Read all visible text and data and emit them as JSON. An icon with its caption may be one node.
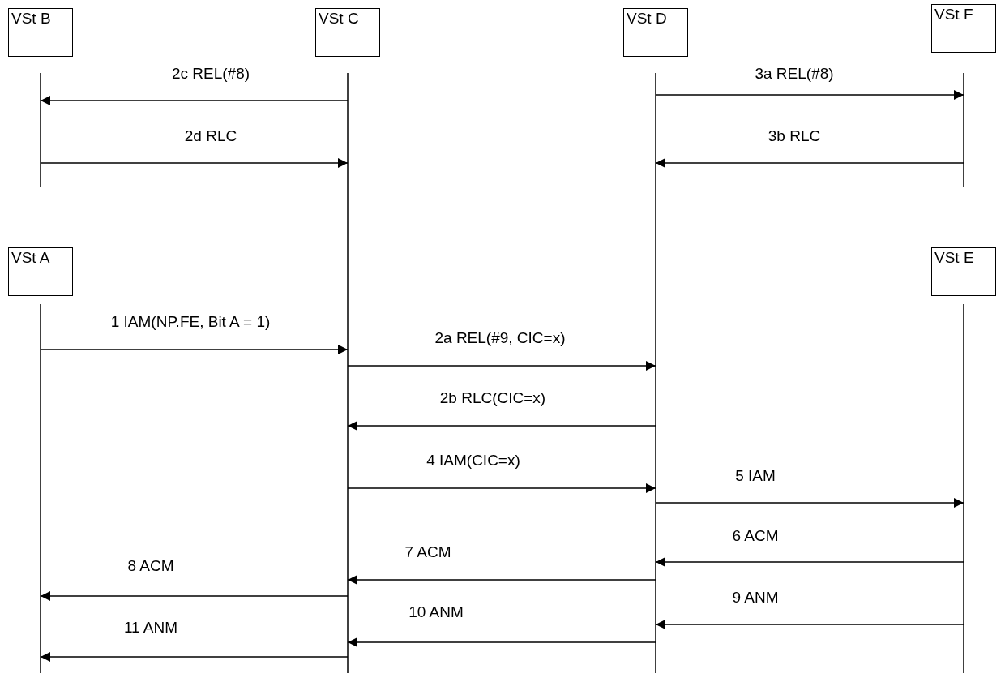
{
  "diagram": {
    "nodes": [
      {
        "text": [
          "VSt B"
        ]
      },
      {
        "text": [
          "VSt C"
        ]
      },
      {
        "text": [
          "VSt D"
        ]
      },
      {
        "text": [
          "VSt F"
        ]
      },
      {
        "text": [
          "VSt A"
        ]
      },
      {
        "text": [
          "VSt E"
        ]
      }
    ],
    "edges": [
      {
        "from": 1,
        "to": 0,
        "arrow": "to",
        "label": "2c REL(#8)"
      },
      {
        "from": 0,
        "to": 1,
        "arrow": "to",
        "label": "2d RLC"
      },
      {
        "from": 2,
        "to": 3,
        "arrow": "to",
        "label": "3a REL(#8)"
      },
      {
        "from": 3,
        "to": 2,
        "arrow": "to",
        "label": "3b RLC"
      },
      {
        "from": 4,
        "to": 1,
        "arrow": "to",
        "label": "1 IAM(NP.FE, Bit A = 1)"
      },
      {
        "from": 1,
        "to": 2,
        "arrow": "to",
        "label": "2a REL(#9, CIC=x)"
      },
      {
        "from": 2,
        "to": 1,
        "arrow": "to",
        "label": "2b RLC(CIC=x)"
      },
      {
        "from": 1,
        "to": 2,
        "arrow": "to",
        "label": "4 IAM(CIC=x)"
      },
      {
        "from": 2,
        "to": 5,
        "arrow": "to",
        "label": "5 IAM"
      },
      {
        "from": 5,
        "to": 2,
        "arrow": "to",
        "label": "6 ACM"
      },
      {
        "from": 2,
        "to": 1,
        "arrow": "to",
        "label": "7 ACM"
      },
      {
        "from": 1,
        "to": 4,
        "arrow": "to",
        "label": "8 ACM"
      },
      {
        "from": 5,
        "to": 2,
        "arrow": "to",
        "label": "9 ANM"
      },
      {
        "from": 2,
        "to": 1,
        "arrow": "to",
        "label": "10 ANM"
      },
      {
        "from": 1,
        "to": 4,
        "arrow": "to",
        "label": "11 ANM"
      }
    ]
  }
}
